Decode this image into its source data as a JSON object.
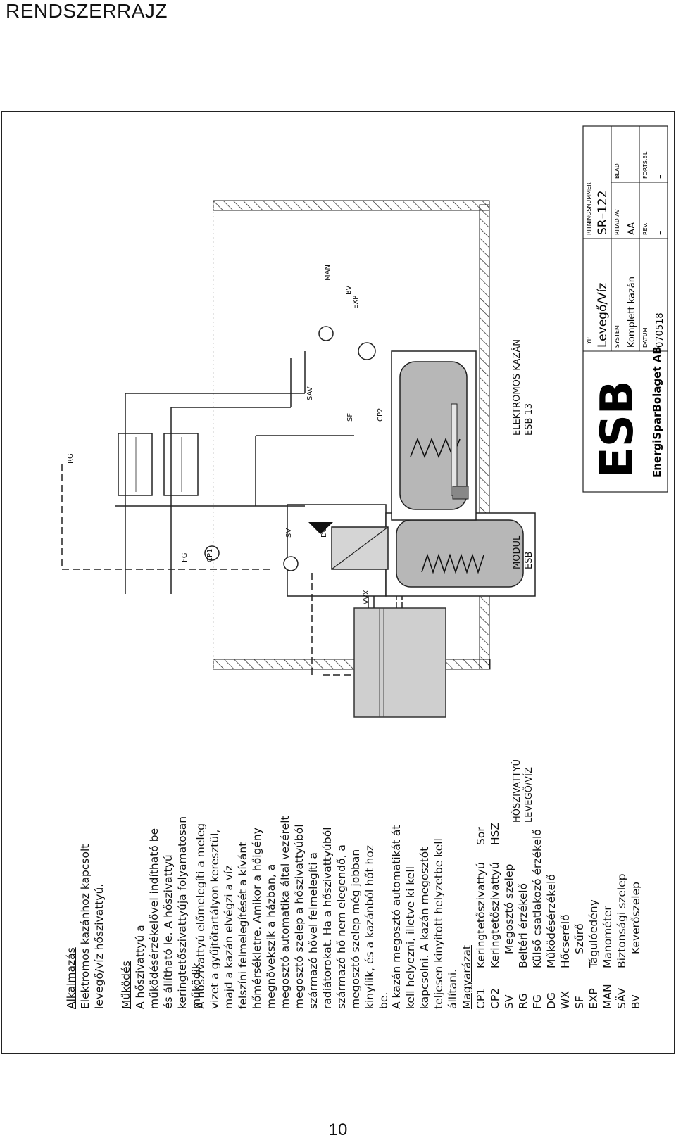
{
  "header": {
    "title": "RENDSZERRAJZ"
  },
  "page_number": "10",
  "text": {
    "application_heading": "Alkalmazás",
    "application_lines": [
      "Elektromos kazánhoz kapcsolt",
      "levegő/víz hőszivattyú."
    ],
    "operation_heading": "Működés",
    "operation_lines": [
      "A hőszivattyú a",
      "működésérzékelővel indítható be",
      "és állítható le. A hőszivattyú",
      "keringtetőszivattyúja folyamatosan",
      "működik."
    ],
    "paragraph2_lines": [
      "A hőszivattyú előmelegíti a meleg",
      "vizet a gyűjtőtartályon keresztül,",
      "majd a kazán elvégzi a víz",
      "felszíni felmelegítését a kívánt",
      "hőmérsékletre. Amikor a hőigény",
      "megnövekszik a házban, a",
      "megosztó automatika által vezérelt",
      "megosztó szelep a hőszivattyúból",
      "származó hővel felmelegíti a",
      "radiátorokat. Ha a hőszivattyúból",
      "származó hő nem elegendő, a",
      "megosztó szelep még jobban",
      "kinyílik, és a kazánból hőt hoz",
      "be."
    ],
    "paragraph3_lines": [
      "A kazán megosztó automatikát át",
      "kell helyezni, illetve ki kell",
      "kapcsolni. A kazán megosztót",
      "teljesen kinyitott helyzetbe kell",
      "állítani."
    ]
  },
  "legend": {
    "heading": "Magyarázat",
    "items": [
      {
        "code": "CP1",
        "desc": "Keringtetőszivattyú",
        "extra": "Sor"
      },
      {
        "code": "CP2",
        "desc": "Keringtetőszivattyú",
        "extra": "HSZ"
      },
      {
        "code": "SV",
        "desc": "Megosztó szelep",
        "extra": ""
      },
      {
        "code": "RG",
        "desc": "Beltéri érzékelő",
        "extra": ""
      },
      {
        "code": "FG",
        "desc": "Külső csatlakozó érzékelő",
        "extra": ""
      },
      {
        "code": "DG",
        "desc": "Működésérzékelő",
        "extra": ""
      },
      {
        "code": "WX",
        "desc": "Hőcserélő",
        "extra": ""
      },
      {
        "code": "SF",
        "desc": "Szűrő",
        "extra": ""
      },
      {
        "code": "EXP",
        "desc": "Tágulóedény",
        "extra": ""
      },
      {
        "code": "MAN",
        "desc": "Manométer",
        "extra": ""
      },
      {
        "code": "SÄV",
        "desc": "Biztonsági szelep",
        "extra": ""
      },
      {
        "code": "BV",
        "desc": "Keverőszelep",
        "extra": ""
      }
    ]
  },
  "diagram_labels": {
    "heat_pump": [
      "HŐSZIVATTYÚ",
      "LEVEGŐ/VÍZ"
    ],
    "module": [
      "MODUL",
      "ESB"
    ],
    "electric_boiler": [
      "ELEKTROMOS KAZÁN",
      "ESB 13"
    ],
    "rg": "RG",
    "fg": "FG",
    "cp1": "CP1",
    "sv": "SV",
    "dg": "DG",
    "vvx": "VVX",
    "sf": "SF",
    "cp2": "CP2",
    "sav": "SÄV",
    "bv": "BV",
    "exp": "EXP",
    "man": "MAN"
  },
  "title_block": {
    "logo": "ESB",
    "company": "EnergiSparBolaget AB",
    "typ_label": "TYP",
    "typ_value": "Levegő/Víz",
    "system_label": "SYSTEM",
    "system_value": "Komplett kazán",
    "datum_label": "DATUM",
    "datum_value": "070518",
    "ritningsnummer_label": "RITNINGSNUMMER",
    "ritningsnummer_value": "SR–122",
    "ritad_label": "RITAD AV",
    "ritad_value": "AA",
    "rev_label": "REV.",
    "rev_value": "–",
    "blad_label": "BLAD",
    "blad_value": "–",
    "forts_label": "FORTS.BL",
    "forts_value": "–"
  }
}
